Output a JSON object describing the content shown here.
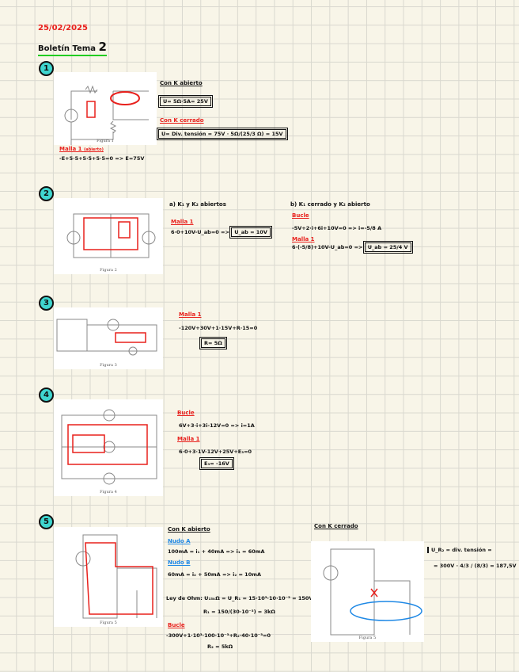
{
  "date": "25/02/2025",
  "title": {
    "prefix": "Boletín Tema",
    "number": "2"
  },
  "colors": {
    "red": "#e8201c",
    "blue": "#1e88e5",
    "cyan": "#3fd6cf",
    "green": "#22cc22"
  },
  "exercises": [
    {
      "number": "1",
      "figure": "Figura 1",
      "notes": {
        "h1": "Con K abierto",
        "eq1": "U= 5Ω·5A= 25V",
        "h2": "Con K cerrado",
        "eq2": "U= Div. tensión = 75V · 5Ω/(25/3 Ω) = 15V",
        "mesh": "Malla 1",
        "mesh_note": "(abierto)",
        "eq3": "-E+5·5+5·5+5·5=0 => E=75V"
      }
    },
    {
      "number": "2",
      "figure": "Figura 2",
      "notes": {
        "a": "a) K₁ y K₂ abiertos",
        "a_mesh": "Malla 1",
        "a_eq": "6·0+10V-U_ab=0 =>",
        "a_res": "U_ab = 10V",
        "b": "b) K₁ cerrado y K₂ abierto",
        "b_loop": "Bucle",
        "b_eq": "-5V+2·i+6i+10V=0 => i=-5/8 A",
        "b_mesh": "Malla 1",
        "b_eq2": "6·(-5/8)+10V-U_ab=0 =>",
        "b_res": "U_ab = 25/4 V"
      }
    },
    {
      "number": "3",
      "figure": "Figura 3",
      "notes": {
        "mesh": "Malla 1",
        "eq": "-120V+30V+1·15V+R·15=0",
        "res": "R= 5Ω"
      }
    },
    {
      "number": "4",
      "figure": "Figura 4",
      "notes": {
        "loop": "Bucle",
        "eq1": "6V+3·i+3i-12V=0 => i=1A",
        "mesh": "Malla 1",
        "eq2": "6·0+3·1V-12V+25V+E₃=0",
        "res": "E₃= -16V"
      }
    },
    {
      "number": "5",
      "figure": "Figura 5",
      "figure_b": "Figura 5",
      "notes": {
        "h1": "Con K abierto",
        "nodeA": "Nudo A",
        "eqA": "100mA = i₁ + 40mA => i₁ = 60mA",
        "nodeB": "Nudo B",
        "eqB": "60mA = i₂ + 50mA => i₂ = 10mA",
        "ohm": "Ley de Ohm: U₁₅ₖΩ = U_R₁ = 15·10³·10·10⁻³ = 150V",
        "r1": "R₁ = 150/(30·10⁻³) = 3kΩ",
        "loop": "Bucle",
        "eq_loop": "-300V+1·10³·100·10⁻³+R₂·40·10⁻³=0",
        "r2": "R₂ = 5kΩ",
        "h2": "Con K cerrado",
        "div1": "U_R₂ = div. tensión =",
        "div2": "= 300V · 4/3 / (8/3) = 187,5V"
      }
    }
  ]
}
